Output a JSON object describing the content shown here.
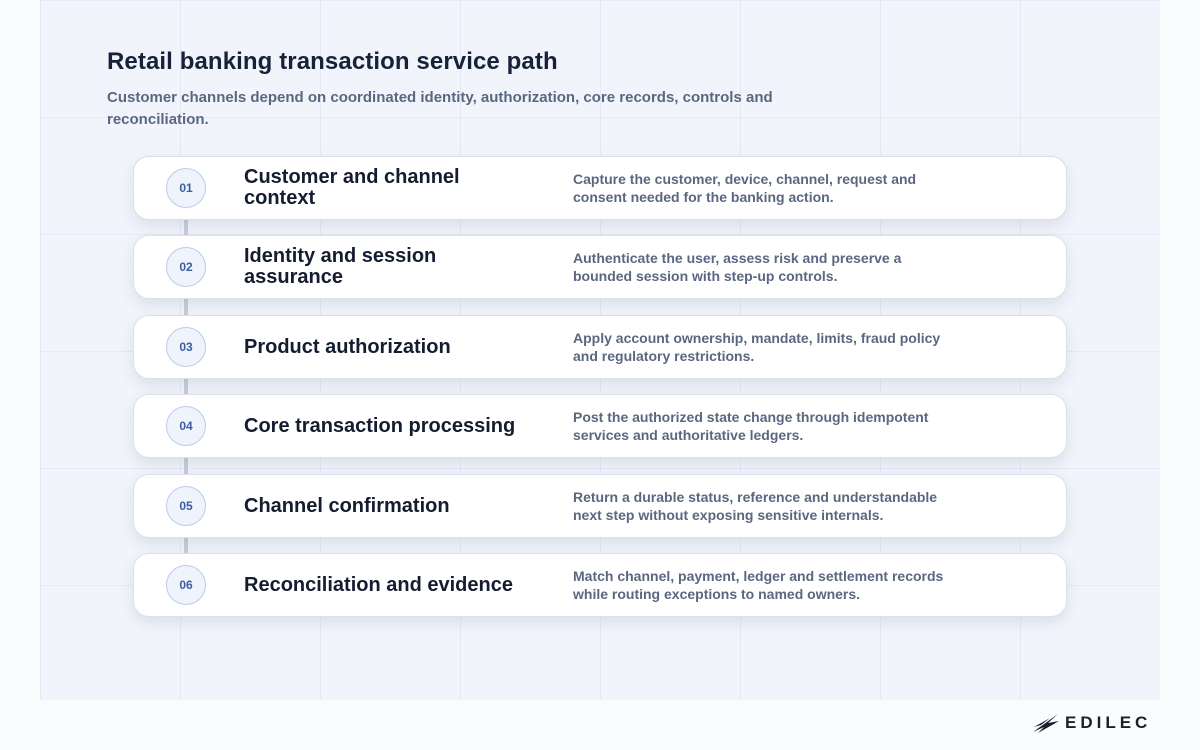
{
  "title": "Retail banking transaction service path",
  "subtitle": "Customer channels depend on coordinated identity, authorization, core records, controls and reconciliation.",
  "steps": [
    {
      "number": "01",
      "title": "Customer and channel context",
      "description": "Capture the customer, device, channel, request and consent needed for the banking action."
    },
    {
      "number": "02",
      "title": "Identity and session assurance",
      "description": "Authenticate the user, assess risk and preserve a bounded session with step-up controls."
    },
    {
      "number": "03",
      "title": "Product authorization",
      "description": "Apply account ownership, mandate, limits, fraud policy and regulatory restrictions."
    },
    {
      "number": "04",
      "title": "Core transaction processing",
      "description": "Post the authorized state change through idempotent services and authoritative ledgers."
    },
    {
      "number": "05",
      "title": "Channel confirmation",
      "description": "Return a durable status, reference and understandable next step without exposing sensitive internals."
    },
    {
      "number": "06",
      "title": "Reconciliation and evidence",
      "description": "Match channel, payment, ledger and settlement records while routing exceptions to named owners."
    }
  ],
  "brand": {
    "name": "EDILEC",
    "icon": "edilec-logo-icon"
  },
  "colors": {
    "background": "#f1f4fb",
    "card": "#ffffff",
    "title": "#17213a",
    "muted_text": "#5b6781",
    "badge_fill": "#eef3fc",
    "badge_border": "#b8cdeb",
    "badge_text": "#3b5ea0",
    "connector": "#c8ced9"
  }
}
